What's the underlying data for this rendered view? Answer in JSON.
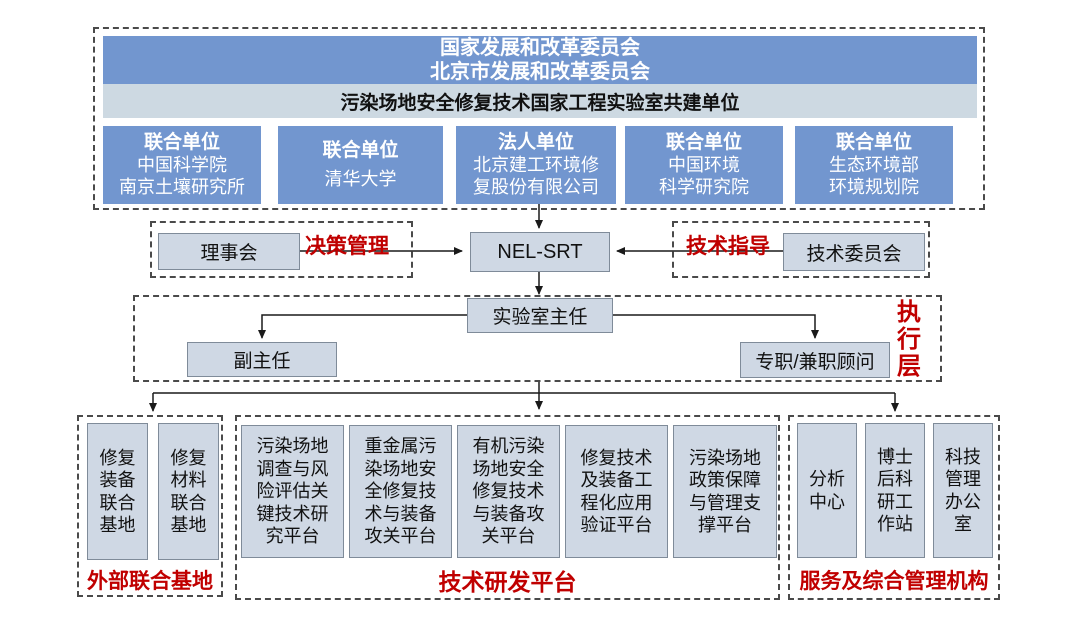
{
  "colors": {
    "primary_blue": "#7296cf",
    "light_bar": "#cdd9e2",
    "node_fill": "#cfd8e4",
    "node_border": "#7f8b99",
    "accent_red": "#c00000"
  },
  "top": {
    "header": "国家发展和改革委员会\n北京市发展和改革委员会",
    "subheader": "污染场地安全修复技术国家工程实验室共建单位",
    "units": [
      {
        "role": "联合单位",
        "name": "中国科学院\n南京土壤研究所"
      },
      {
        "role": "联合单位",
        "name": "清华大学"
      },
      {
        "role": "法人单位",
        "name": "北京建工环境修\n复股份有限公司"
      },
      {
        "role": "联合单位",
        "name": "中国环境\n科学研究院"
      },
      {
        "role": "联合单位",
        "name": "生态环境部\n环境规划院"
      }
    ]
  },
  "governance": {
    "council": "理事会",
    "decision_label": "决策管理",
    "core": "NEL-SRT",
    "guidance_label": "技术指导",
    "committee": "技术委员会"
  },
  "execution": {
    "director": "实验室主任",
    "deputy_director": "副主任",
    "advisors": "专职/兼职顾问",
    "layer_label": "执行层"
  },
  "bottom_groups": [
    {
      "label": "外部联合基地",
      "items": [
        "修复装备联合基地",
        "修复材料联合基地"
      ]
    },
    {
      "label": "技术研发平台",
      "items": [
        "污染场地调查与风险评估关键技术研究平台",
        "重金属污染场地安全修复技术与装备攻关平台",
        "有机污染场地安全修复技术与装备攻关平台",
        "修复技术及装备工程化应用验证平台",
        "污染场地政策保障与管理支撑平台"
      ]
    },
    {
      "label": "服务及综合管理机构",
      "items": [
        "分析中心",
        "博士后科研工作站",
        "科技管理办公室"
      ]
    }
  ]
}
